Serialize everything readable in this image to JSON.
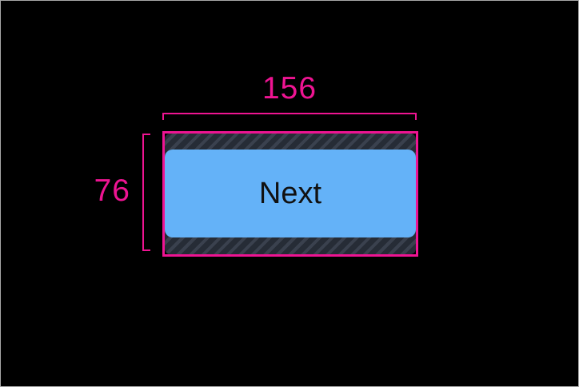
{
  "annotation": {
    "width_label": "156",
    "height_label": "76"
  },
  "button": {
    "label": "Next"
  },
  "colors": {
    "accent-pink": "#ee1492",
    "button-blue": "#64b2f8",
    "button-text": "#111111",
    "hatch-base": "#3a414e",
    "hatch-stripe": "#262c36",
    "canvas-bg": "#000000",
    "frame-border": "#a8a8a8"
  }
}
